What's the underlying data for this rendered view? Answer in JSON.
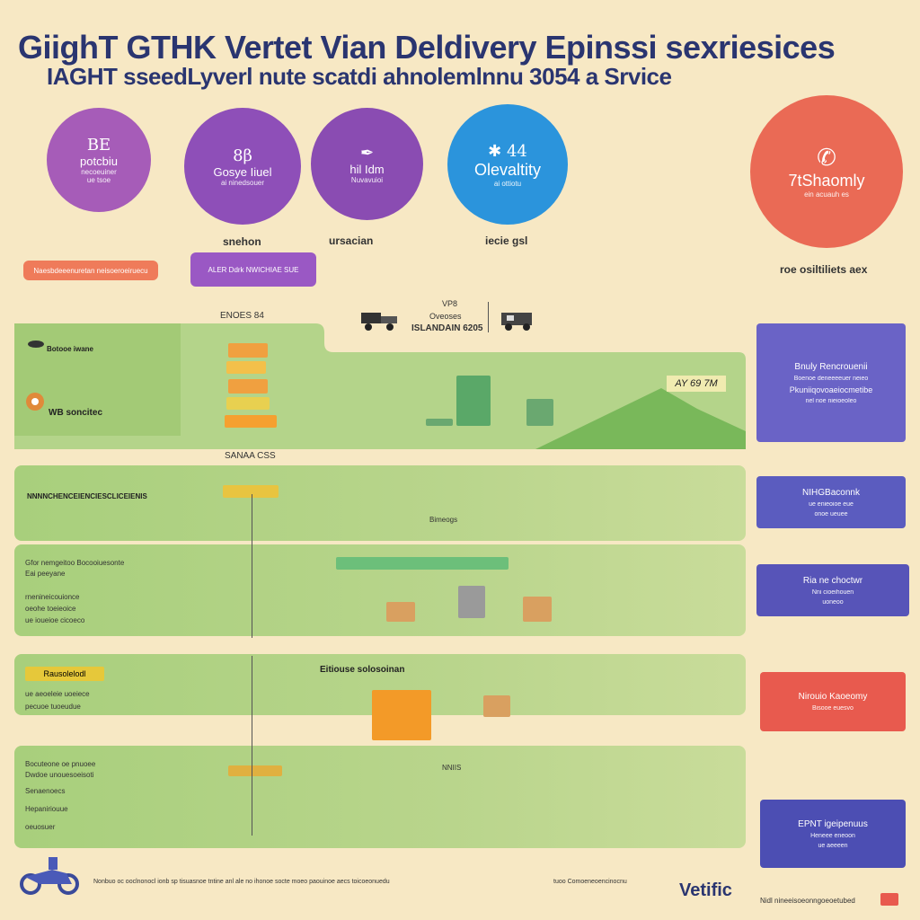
{
  "header": {
    "title_line1": "GiighT GTHK Vertet  Vian Deldivery Epinssi sexriesices",
    "title_line2": "IAGHT  sseedLyverl nute scatdi  ahnolemlnnu 3054 a Srvice"
  },
  "circles": [
    {
      "big": "BE",
      "mid": "potcbiu",
      "small1": "necoeuiner",
      "small2": "ue tsoe",
      "color": "#a65cb8"
    },
    {
      "big": "8β",
      "mid": "Gosye  Iiuel",
      "small1": "ai ninedsouer",
      "small2": "",
      "color": "#8e4fb8"
    },
    {
      "big": "✒",
      "mid": "hil Idm",
      "small1": "Nuvavuioi",
      "small2": "",
      "color": "#8a4cb2"
    },
    {
      "big": "✱ 44",
      "mid": "Olevaltity",
      "small1": "ai ottiotu",
      "small2": "",
      "color": "#2b94dc"
    },
    {
      "big": "✆",
      "mid": "7tShaomly",
      "small1": "ein acuauh es",
      "small2": "",
      "color": "#ea6a55"
    }
  ],
  "captions": {
    "c1": "snehon",
    "c2": "ursacian",
    "c3": "iecie gsl",
    "c4": "roe osiltiliets aex"
  },
  "pills": {
    "p1": "Naesbdeeenuretan neisoeroeiruecu",
    "p2": "ALER  Ddrk  NWICHIAE SUE"
  },
  "vehicles": {
    "label_left": "ENOES  84",
    "label_mid_top": "VP8",
    "label_mid_mid": "Oveoses",
    "label_mid_bot": "ISLANDAIN 6205"
  },
  "bands": {
    "b1_label": "Botooe iwane",
    "b1_label2": "WB  soncitec",
    "b1_value": "AY  69  7M",
    "between1": "SANAA CSS",
    "b2_label": "NNNNCHENCEIENCIESCLICEIENIS",
    "b2_mid": "Bimeogs",
    "b3_lines": [
      "Gfor  nemgeitoo  Bocooiuesonte",
      "Eai  peeyane",
      "rnenineicouionce",
      "oeohe  toeieoice",
      "ue  ioueioe  cicoeco"
    ],
    "b4_tag": "Rausolelodl",
    "b4_mid": "Eitiouse  solosoinan",
    "b4_lines": [
      "ue  aeoeleie  uoeiece",
      "pecuoe  tuoeudue"
    ],
    "b5_lines": [
      "Bocuteone  oe  pnuoee",
      "Dwdoe  unouesoeisoti",
      "Senaenoecs",
      "Hepaniriouue",
      "oeuosuer"
    ],
    "b5_mid": "NNIIS"
  },
  "cards": [
    {
      "h": "Bnuly Rencrouenii",
      "l1": "Boenoe deneeeeuer neieo",
      "l2": "Pkuniiqovoaeiocmetibe",
      "l3": "nel noe nieioeoleo",
      "color": "#6a63c6"
    },
    {
      "h": "NIHGBaconnk",
      "l1": "ue  enieoioe  eue",
      "l2": "onoe  ueuee",
      "l3": "",
      "color": "#5b5cbf"
    },
    {
      "h": "Ria  ne  choctwr",
      "l1": "Nni  cioeihouen",
      "l2": "uoneoo",
      "l3": "",
      "color": "#5754b8"
    },
    {
      "h": "Nirouio Kaoeomy",
      "l1": "Bisooe  euesvo",
      "l2": "",
      "l3": "",
      "color": "#e85a4e"
    },
    {
      "h": "EPNT  igeipenuus",
      "l1": "Heneee  eneoon",
      "l2": "ue  aeeeen",
      "l3": "",
      "color": "#4c4eb3"
    }
  ],
  "footer": {
    "text_left": "Nonbuo  oc  ooclnonocl  ionb  sp  tisuasnoe  tntine  anl  ale  no  ihonoe  socte  moeo  paouinoe  aecs  toicoeonuedu",
    "text_mid": "tuoo  Comoeneoencinocnu",
    "brand": "Vetific",
    "bottom_right": "Nidl  nineeisoeonngoeoetubed"
  }
}
